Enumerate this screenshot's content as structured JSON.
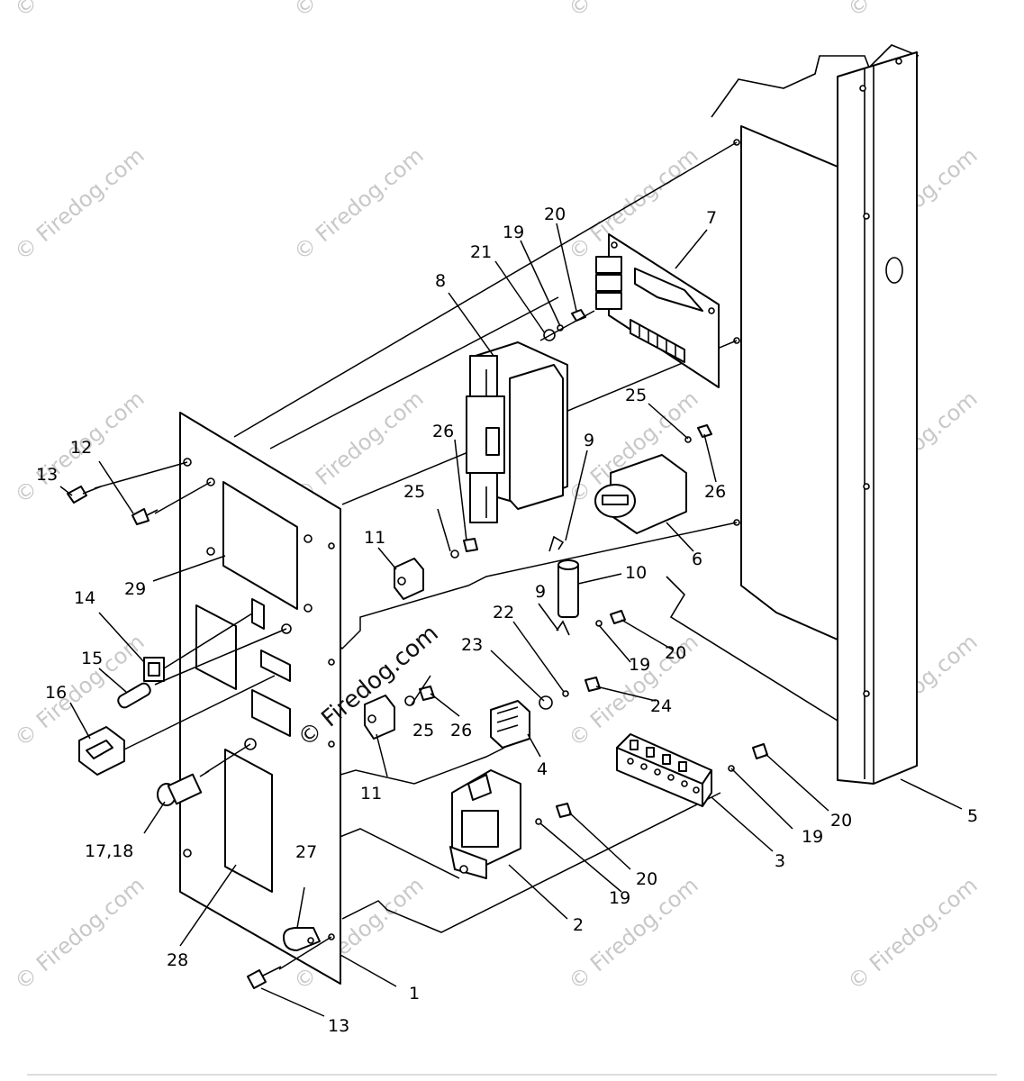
{
  "watermark": {
    "text": "© Firedog.com",
    "color": "#c8c8c8"
  },
  "center_watermark": {
    "text": "© Firedog.com",
    "color": "#111111"
  },
  "callouts": {
    "p1": "1",
    "p2": "2",
    "p3": "3",
    "p4": "4",
    "p5": "5",
    "p6": "6",
    "p7": "7",
    "p8": "8",
    "p9a": "9",
    "p9b": "9",
    "p10": "10",
    "p11a": "11",
    "p11b": "11",
    "p12": "12",
    "p13a": "13",
    "p13b": "13",
    "p14": "14",
    "p15": "15",
    "p16": "16",
    "p1718": "17,18",
    "p19a": "19",
    "p19b": "19",
    "p19c": "19",
    "p19d": "19",
    "p20a": "20",
    "p20b": "20",
    "p20c": "20",
    "p20d": "20",
    "p21": "21",
    "p22": "22",
    "p23": "23",
    "p24": "24",
    "p25a": "25",
    "p25b": "25",
    "p25c": "25",
    "p26a": "26",
    "p26b": "26",
    "p26c": "26",
    "p27": "27",
    "p28": "28",
    "p29": "29"
  }
}
